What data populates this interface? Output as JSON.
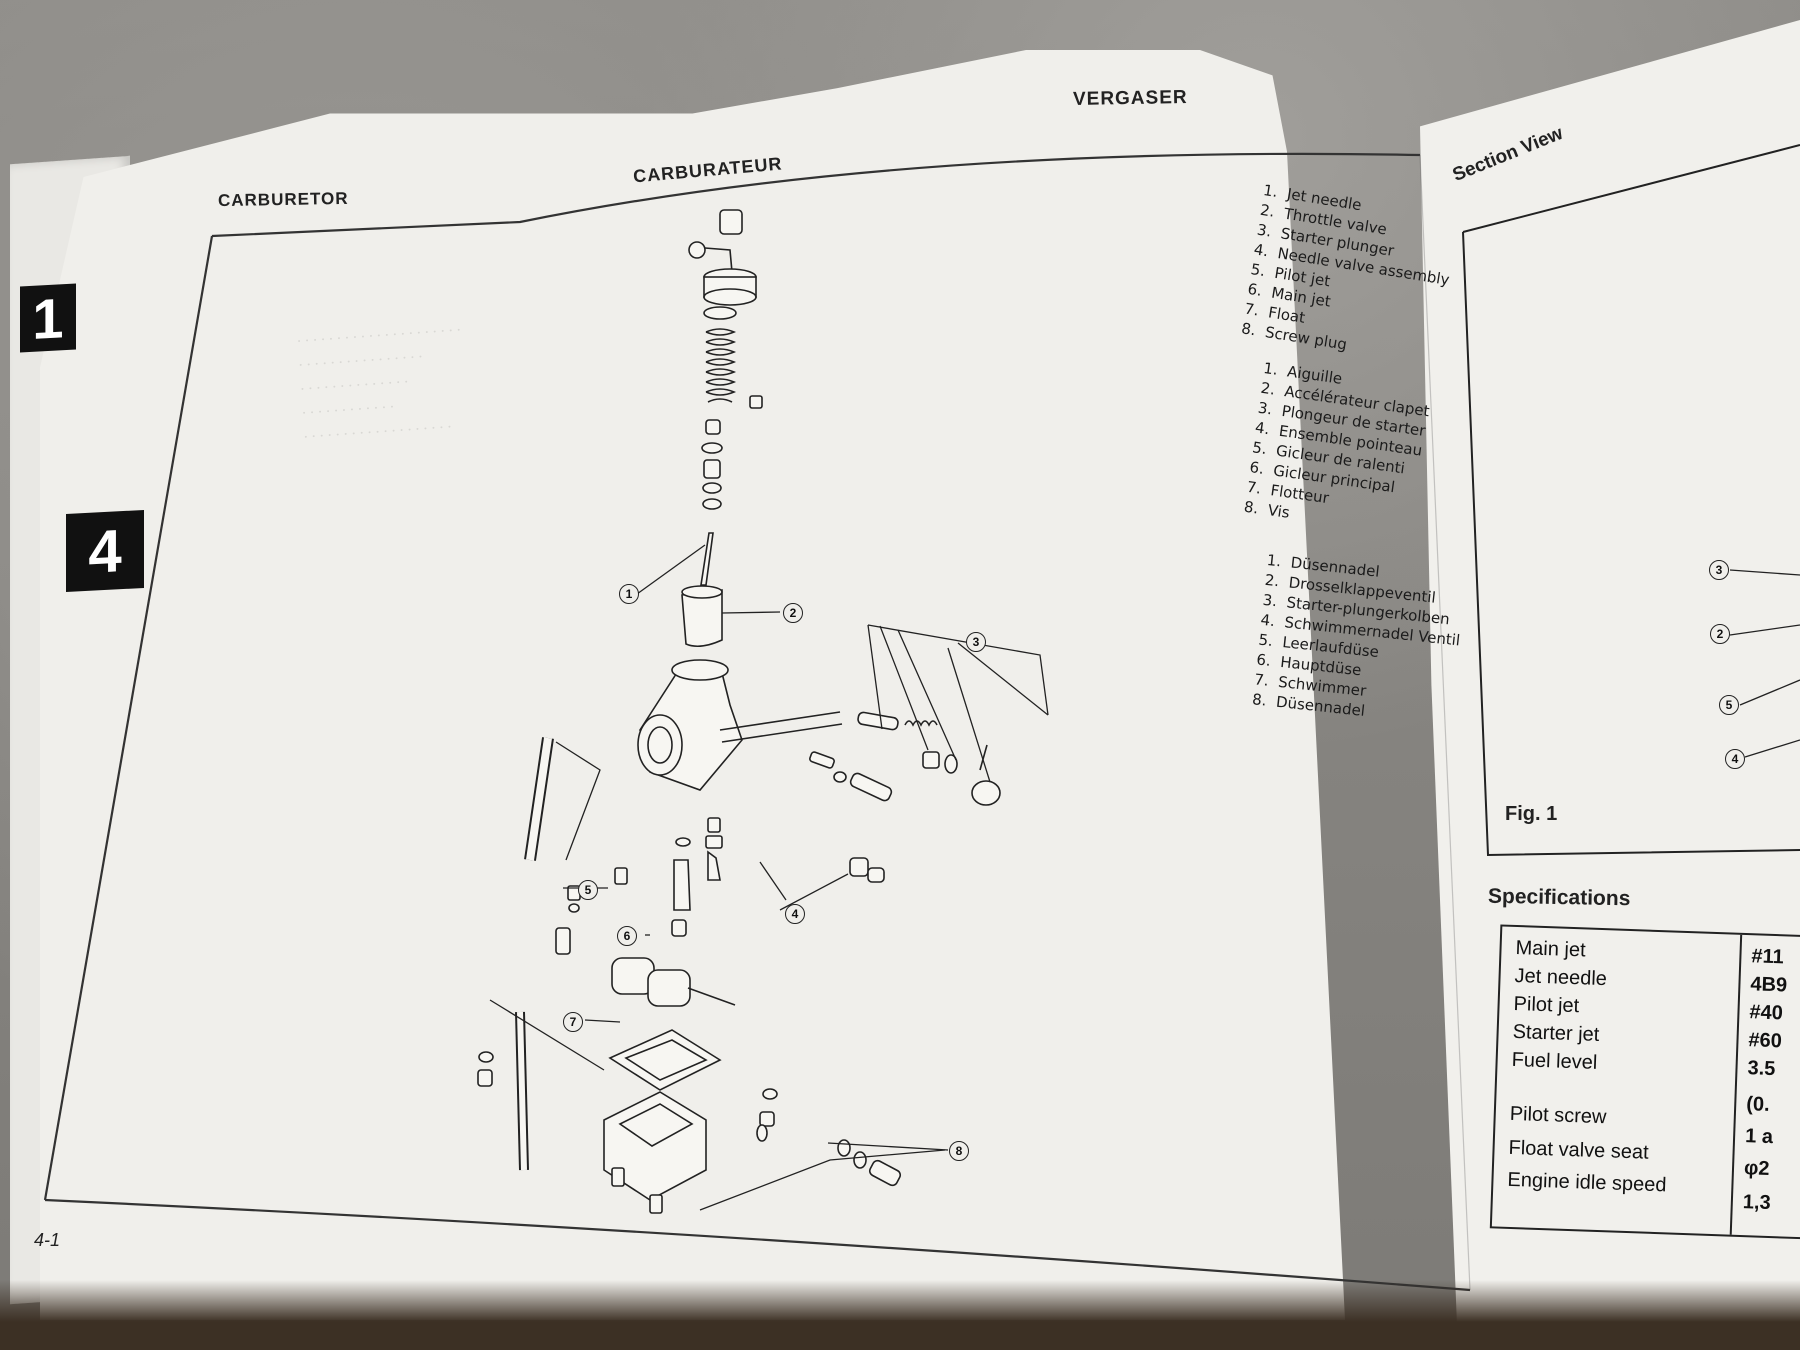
{
  "headers": {
    "carburetor": "CARBURETOR",
    "carburateur": "CARBURATEUR",
    "vergaser": "VERGASER",
    "section_view": "Section View"
  },
  "tabs": [
    "1",
    "4"
  ],
  "legend_en": [
    {
      "n": "1.",
      "t": "Jet needle"
    },
    {
      "n": "2.",
      "t": "Throttle valve"
    },
    {
      "n": "3.",
      "t": "Starter plunger"
    },
    {
      "n": "4.",
      "t": "Needle valve assembly"
    },
    {
      "n": "5.",
      "t": "Pilot jet"
    },
    {
      "n": "6.",
      "t": "Main jet"
    },
    {
      "n": "7.",
      "t": "Float"
    },
    {
      "n": "8.",
      "t": "Screw plug"
    }
  ],
  "legend_fr": [
    {
      "n": "1.",
      "t": "Aiguille"
    },
    {
      "n": "2.",
      "t": "Accélérateur clapet"
    },
    {
      "n": "3.",
      "t": "Plongeur de starter"
    },
    {
      "n": "4.",
      "t": "Ensemble pointeau"
    },
    {
      "n": "5.",
      "t": "Gicleur de ralenti"
    },
    {
      "n": "6.",
      "t": "Gicleur principal"
    },
    {
      "n": "7.",
      "t": "Flotteur"
    },
    {
      "n": "8.",
      "t": "Vis"
    }
  ],
  "legend_de": [
    {
      "n": "1.",
      "t": "Düsennadel"
    },
    {
      "n": "2.",
      "t": "Drosselklappeventil"
    },
    {
      "n": "3.",
      "t": "Starter-plungerkolben"
    },
    {
      "n": "4.",
      "t": "Schwimmernadel Ventil"
    },
    {
      "n": "5.",
      "t": "Leerlaufdüse"
    },
    {
      "n": "6.",
      "t": "Hauptdüse"
    },
    {
      "n": "7.",
      "t": "Schwimmer"
    },
    {
      "n": "8.",
      "t": "Düsennadel"
    }
  ],
  "figure": {
    "label": "Fig. 1",
    "callouts": [
      "1",
      "2",
      "3",
      "4",
      "5",
      "6",
      "7",
      "8"
    ],
    "section_callouts": [
      "3",
      "2",
      "5",
      "4"
    ]
  },
  "specifications": {
    "title": "Specifications",
    "rows": [
      {
        "label": "Main jet",
        "value": "#11"
      },
      {
        "label": "Jet needle",
        "value": "4B9"
      },
      {
        "label": "Pilot jet",
        "value": "#40"
      },
      {
        "label": "Starter jet",
        "value": "#60"
      },
      {
        "label": "Fuel level",
        "value": "3.5"
      },
      {
        "label": "Pilot screw",
        "value": "(0."
      },
      {
        "label": "Float valve seat",
        "value": "1 a"
      },
      {
        "label": "Engine idle speed",
        "value": "φ2"
      },
      {
        "label": "",
        "value": "1,3"
      }
    ]
  },
  "page_number": "4-1"
}
